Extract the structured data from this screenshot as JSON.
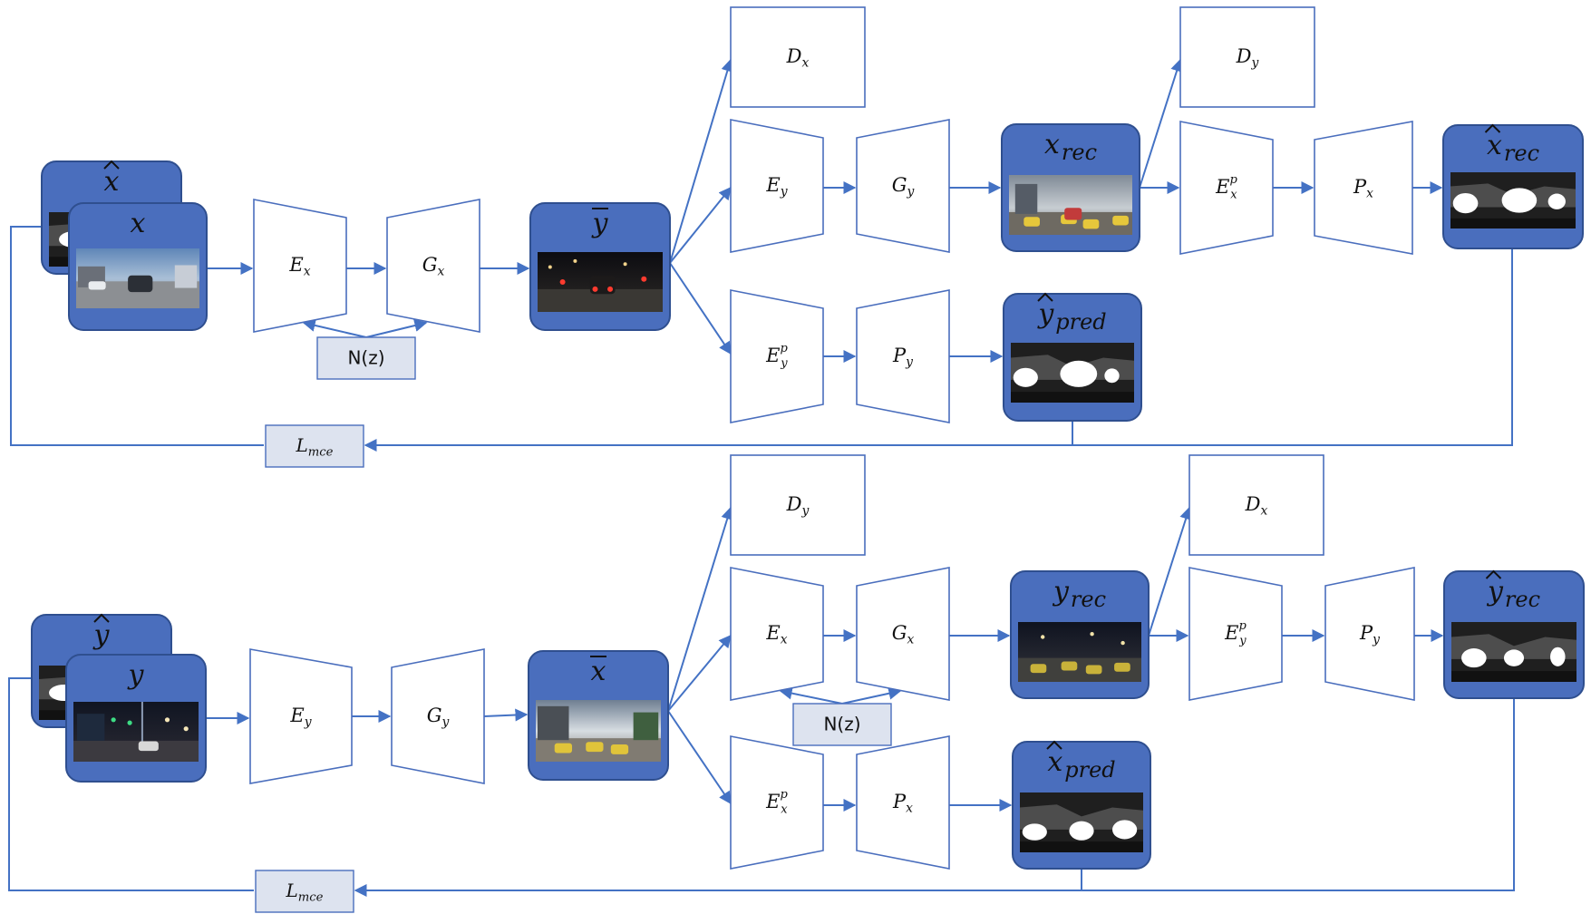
{
  "colors": {
    "accent": "#4472c4",
    "card_fill": "#4a6ebd",
    "card_border": "#2f4f8f",
    "loss_fill": "#dde3ef",
    "node_border": "#4a6ebd",
    "text": "#111111"
  },
  "top_row": {
    "input_back": {
      "symbol": "x",
      "hat": true
    },
    "input_front": {
      "symbol": "x"
    },
    "encoder_1": {
      "main": "E",
      "sub": "x"
    },
    "generator_1": {
      "main": "G",
      "sub": "x"
    },
    "noise": "N(z)",
    "translated": {
      "symbol": "y",
      "bar": true
    },
    "discriminator_1": {
      "main": "D",
      "sub": "x"
    },
    "encoder_2": {
      "main": "E",
      "sub": "y"
    },
    "generator_2": {
      "main": "G",
      "sub": "y"
    },
    "reconstruction": {
      "symbol": "x",
      "sub": "rec"
    },
    "discriminator_2": {
      "main": "D",
      "sub": "y"
    },
    "encoder_p_1": {
      "main": "E",
      "sub": "x",
      "sup": "p"
    },
    "predictor_1": {
      "main": "P",
      "sub": "x"
    },
    "reconstruction_pred": {
      "symbol": "x",
      "hat": true,
      "sub": "rec"
    },
    "encoder_p_2": {
      "main": "E",
      "sub": "y",
      "sup": "p"
    },
    "predictor_2": {
      "main": "P",
      "sub": "y"
    },
    "prediction": {
      "symbol": "y",
      "hat": true,
      "sub": "pred"
    },
    "loss": {
      "main": "L",
      "sub": "mce"
    }
  },
  "bottom_row": {
    "input_back": {
      "symbol": "y",
      "hat": true
    },
    "input_front": {
      "symbol": "y"
    },
    "encoder_1": {
      "main": "E",
      "sub": "y"
    },
    "generator_1": {
      "main": "G",
      "sub": "y"
    },
    "translated": {
      "symbol": "x",
      "bar": true
    },
    "discriminator_1": {
      "main": "D",
      "sub": "y"
    },
    "encoder_2": {
      "main": "E",
      "sub": "x"
    },
    "generator_2": {
      "main": "G",
      "sub": "x"
    },
    "noise": "N(z)",
    "reconstruction": {
      "symbol": "y",
      "sub": "rec"
    },
    "discriminator_2": {
      "main": "D",
      "sub": "x"
    },
    "encoder_p_1": {
      "main": "E",
      "sub": "y",
      "sup": "p"
    },
    "predictor_1": {
      "main": "P",
      "sub": "y"
    },
    "reconstruction_pred": {
      "symbol": "y",
      "hat": true,
      "sub": "rec"
    },
    "encoder_p_2": {
      "main": "E",
      "sub": "x",
      "sup": "p"
    },
    "predictor_2": {
      "main": "P",
      "sub": "x"
    },
    "prediction": {
      "symbol": "x",
      "hat": true,
      "sub": "pred"
    },
    "loss": {
      "main": "L",
      "sub": "mce"
    }
  }
}
